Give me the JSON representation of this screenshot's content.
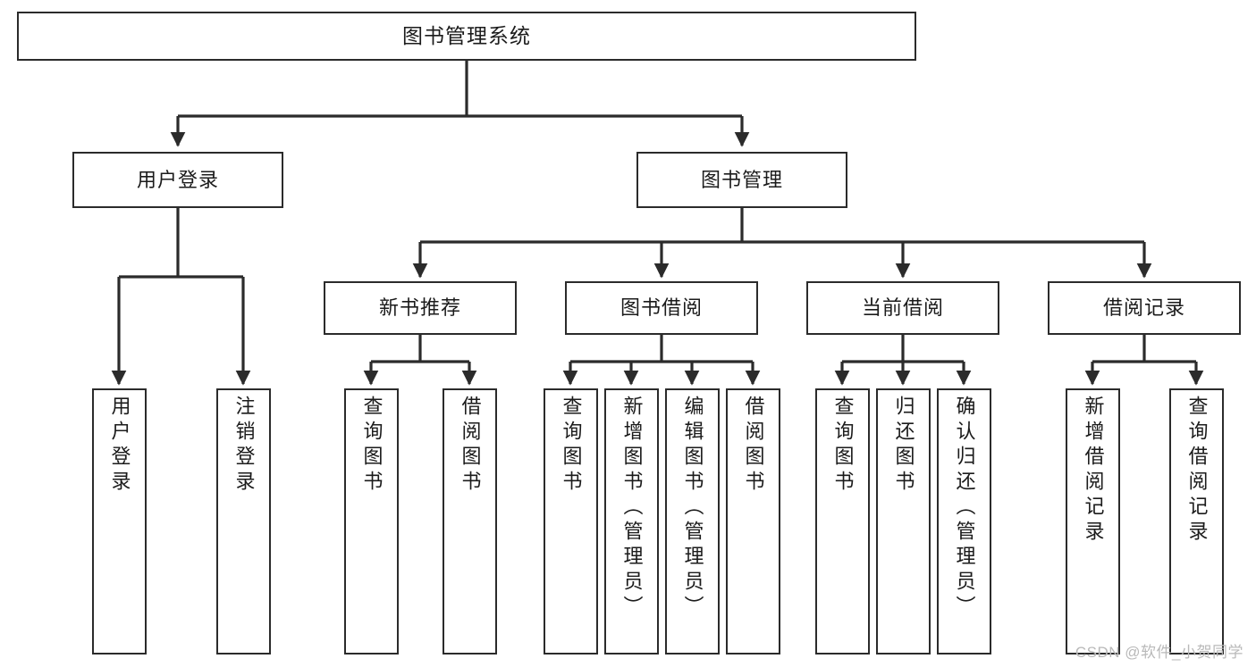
{
  "diagram": {
    "title": "图书管理系统",
    "type": "tree",
    "root": {
      "id": "root",
      "label": "图书管理系统"
    },
    "level2": [
      {
        "id": "user-login",
        "label": "用户登录"
      },
      {
        "id": "book-manage",
        "label": "图书管理"
      }
    ],
    "level3": [
      {
        "id": "new-book-rec",
        "label": "新书推荐"
      },
      {
        "id": "book-borrow",
        "label": "图书借阅"
      },
      {
        "id": "current-borrow",
        "label": "当前借阅"
      },
      {
        "id": "borrow-record",
        "label": "借阅记录"
      }
    ],
    "leaves": [
      {
        "id": "leaf-user-login",
        "label": "用户登录",
        "parent": "user-login"
      },
      {
        "id": "leaf-logout-login",
        "label": "注销登录",
        "parent": "user-login"
      },
      {
        "id": "leaf-query-book-1",
        "label": "查询图书",
        "parent": "new-book-rec"
      },
      {
        "id": "leaf-borrow-book-1",
        "label": "借阅图书",
        "parent": "new-book-rec"
      },
      {
        "id": "leaf-query-book-2",
        "label": "查询图书",
        "parent": "book-borrow"
      },
      {
        "id": "leaf-add-book",
        "label": "新增图书（管理员）",
        "parent": "book-borrow"
      },
      {
        "id": "leaf-edit-book",
        "label": "编辑图书（管理员）",
        "parent": "book-borrow"
      },
      {
        "id": "leaf-borrow-book-2",
        "label": "借阅图书",
        "parent": "book-borrow"
      },
      {
        "id": "leaf-query-book-3",
        "label": "查询图书",
        "parent": "current-borrow"
      },
      {
        "id": "leaf-return-book",
        "label": "归还图书",
        "parent": "current-borrow"
      },
      {
        "id": "leaf-confirm-return",
        "label": "确认归还（管理员）",
        "parent": "current-borrow"
      },
      {
        "id": "leaf-add-record",
        "label": "新增借阅记录",
        "parent": "borrow-record"
      },
      {
        "id": "leaf-query-record",
        "label": "查询借阅记录",
        "parent": "borrow-record"
      }
    ]
  },
  "watermark": {
    "text": "CSDN @软件_小贺同学"
  },
  "colors": {
    "stroke": "#2b2b2b",
    "fill": "#ffffff",
    "text": "#1b1b1b",
    "watermark": "#b9b9b9"
  }
}
